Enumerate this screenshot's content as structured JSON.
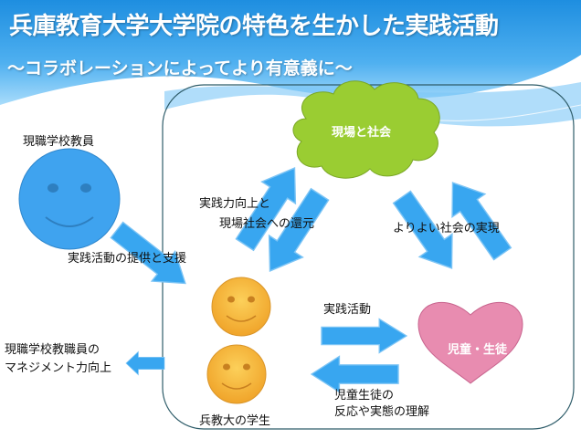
{
  "header": {
    "title": "兵庫教育大学大学院の特色を生かした実践活動",
    "subtitle": "〜コラボレーションによってより有意義に〜"
  },
  "diagram": {
    "current_teacher": "現職学校教員",
    "support_label": "実践活動の提供と支援",
    "cloud_label": "現場と社会",
    "improvement_line1": "実践力向上と",
    "improvement_line2": "現場社会への還元",
    "better_society": "よりよい社会の実現",
    "practice_label": "実践活動",
    "children_label": "児童・生徒",
    "management_line1": "現職学校教職員の",
    "management_line2": "マネジメント力向上",
    "understanding_line1": "児童生徒の",
    "understanding_line2": "反応や実態の理解",
    "students_label": "兵教大の学生"
  },
  "colors": {
    "arrow": "#38a6f0",
    "teacher_face": "#3fa3ef",
    "student_face": "#f5b63c",
    "cloud": "#9acd32",
    "heart": "#e88cb0"
  }
}
